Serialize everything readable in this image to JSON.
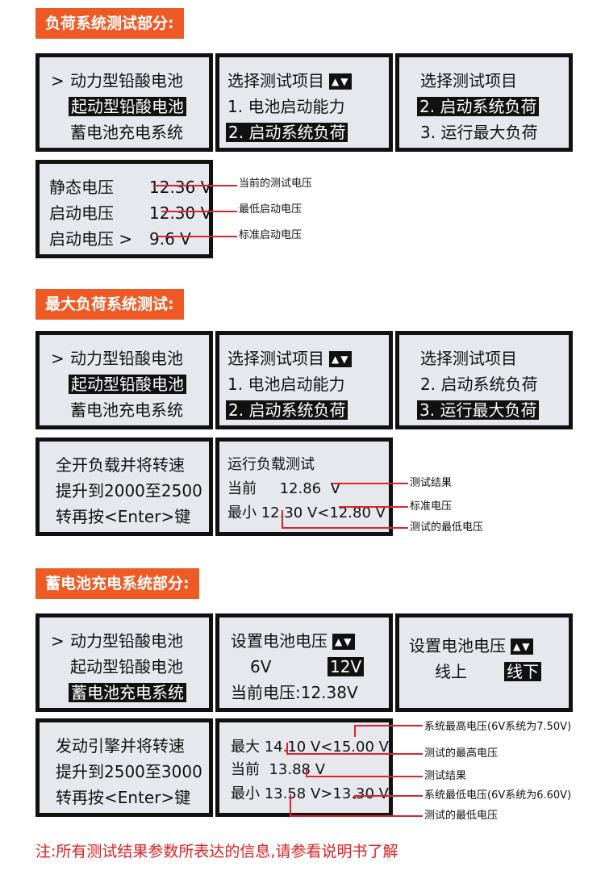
{
  "sections": {
    "load_title": "负荷系统测试部分:",
    "max_title": "最大负荷系统测试:",
    "charge_title": "蓄电池充电系统部分:"
  },
  "menu": {
    "cursor": ">",
    "item1": "动力型铅酸电池",
    "item2": "起动型铅酸电池",
    "item3": "蓄电池充电系统"
  },
  "select_panel": {
    "title": "选择测试项目",
    "arrows": "▲▼",
    "opt1": "1. 电池启动能力",
    "opt2": "2. 启动系统负荷",
    "opt3": "3. 运行最大负荷"
  },
  "load_result": {
    "row1_label": "静态电压",
    "row1_value": "12.36 V",
    "row2_label": "启动电压",
    "row2_value": "12.30 V",
    "row3_label": "启动电压 >",
    "row3_value": "9.6 V",
    "note1": "当前的测试电压",
    "note2": "最低启动电压",
    "note3": "标准启动电压"
  },
  "max_prompt": {
    "line1": "全开负载并将转速",
    "line2": "提升到2000至2500",
    "line3": "转再按<Enter>键"
  },
  "max_result": {
    "title": "运行负载测试",
    "current": "当前     12.86  V",
    "min": "最小 12.30 V<12.80 V",
    "note1": "测试结果",
    "note2": "标准电压",
    "note3": "测试的最低电压"
  },
  "charge_voltage": {
    "title": "设置电池电压",
    "arrows": "▲▼",
    "opt6": "6V",
    "opt12": "12V",
    "current": "当前电压:12.38V"
  },
  "charge_line": {
    "title": "设置电池电压",
    "arrows": "▲▼",
    "up": "线上",
    "down": "线下"
  },
  "charge_prompt": {
    "line1": "发动引擎并将转速",
    "line2": "提升到2500至3000",
    "line3": "转再按<Enter>键"
  },
  "charge_result": {
    "max": "最大 14.10 V<15.00 V",
    "current": "当前  13.88 V",
    "min": "最小 13.58 V>13.30 V",
    "note1": "系统最高电压(6V系统为7.50V)",
    "note2": "测试的最高电压",
    "note3": "测试结果",
    "note4": "系统最低电压(6V系统为6.60V)",
    "note5": "测试的最低电压"
  },
  "footer": "注:所有测试结果参数所表达的信息,请参看说明书了解",
  "colors": {
    "header_bg": "#ef5a24",
    "panel_bg": "#e7e8ee",
    "leader": "#d9252a",
    "note_text": "#e11d1d"
  }
}
